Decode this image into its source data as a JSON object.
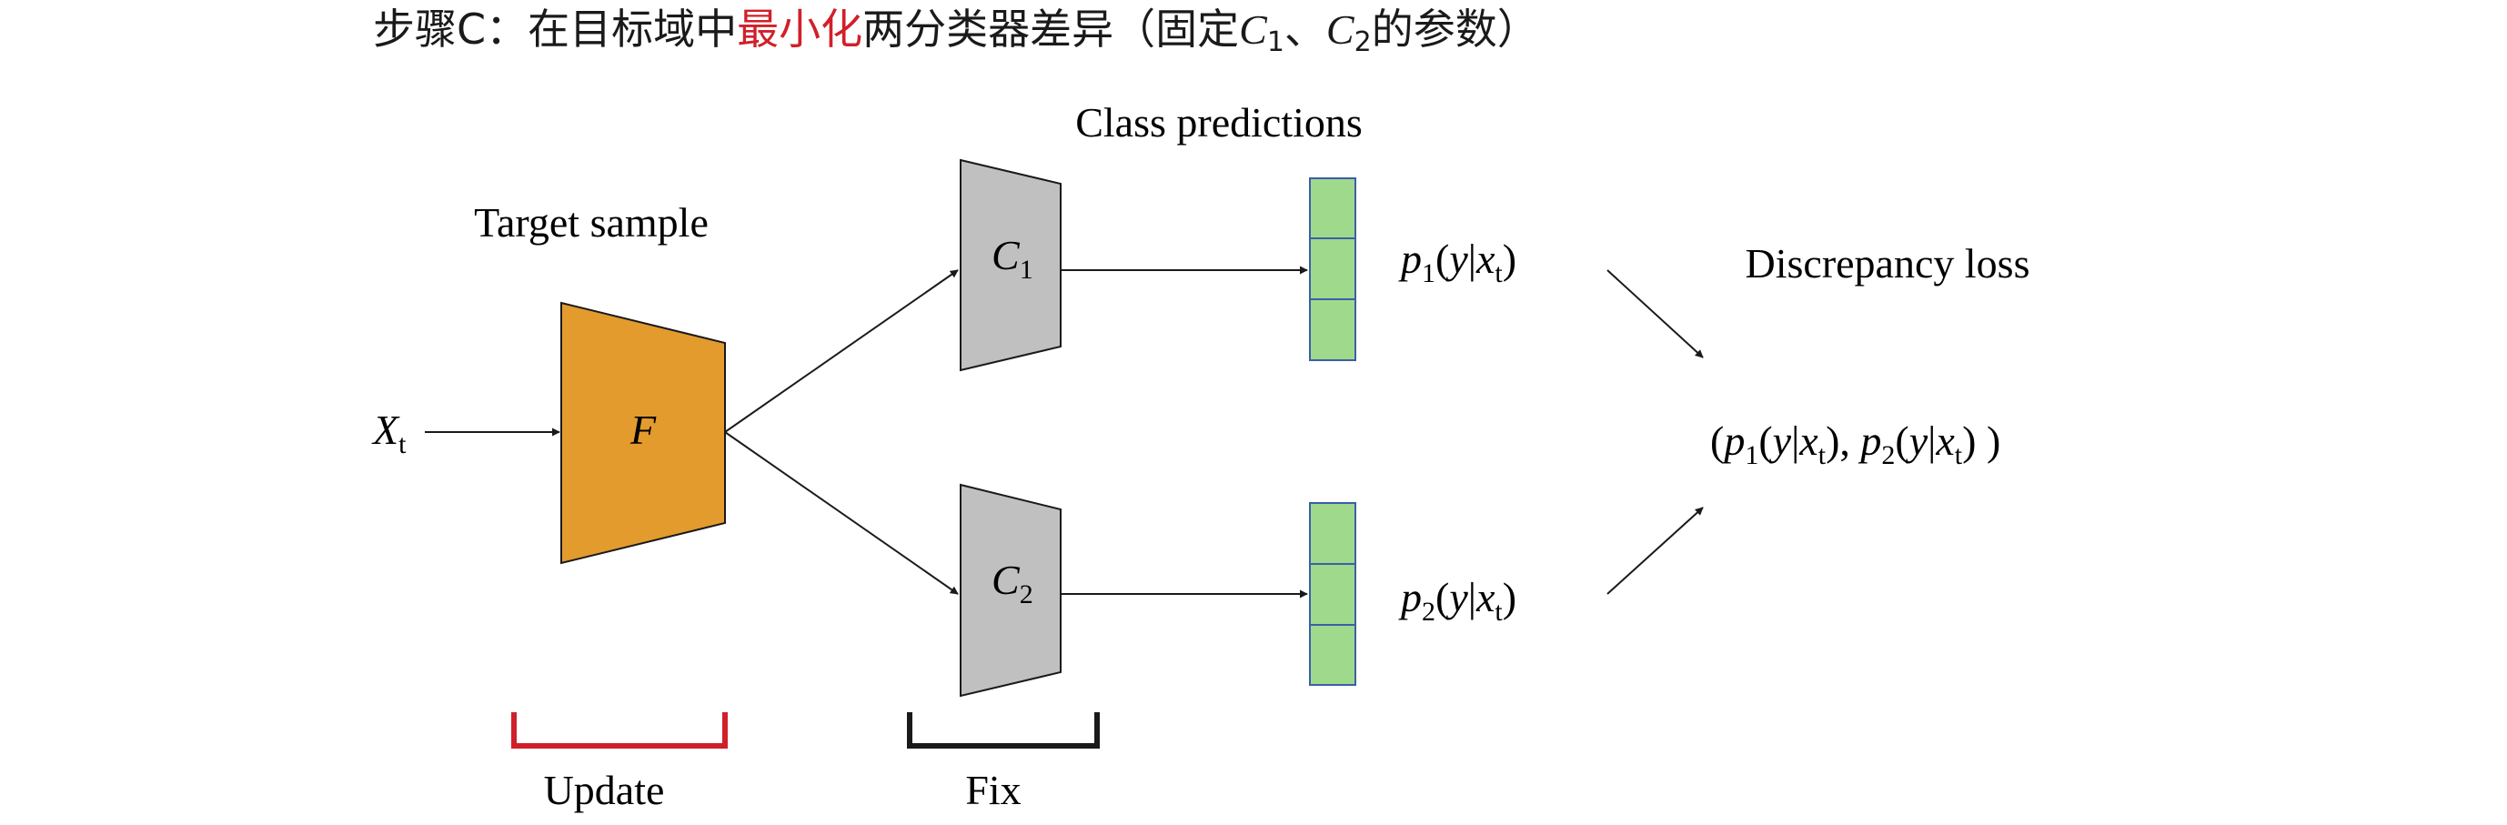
{
  "title": {
    "prefix": "步骤C：在目标域中",
    "highlight": "最小化",
    "suffix": "两分类器差异（固定",
    "c1": "C",
    "c1_sub": "1",
    "sep": "、",
    "c2": "C",
    "c2_sub": "2",
    "end": "的参数）"
  },
  "labels": {
    "target_sample": "Target sample",
    "class_predictions": "Class predictions",
    "discrepancy_loss": "Discrepancy loss",
    "update": "Update",
    "fix": "Fix"
  },
  "input": {
    "symbol": "X",
    "sub": "t"
  },
  "feature_extractor": {
    "label": "F"
  },
  "classifiers": [
    {
      "label": "C",
      "sub": "1"
    },
    {
      "label": "C",
      "sub": "2"
    }
  ],
  "predictions": [
    {
      "p": "p",
      "sub": "1",
      "y": "y",
      "x": "x",
      "xsub": "t"
    },
    {
      "p": "p",
      "sub": "2",
      "y": "y",
      "x": "x",
      "xsub": "t"
    }
  ],
  "loss_expr": {
    "p1": "p",
    "s1": "1",
    "p2": "p",
    "s2": "2",
    "y": "y",
    "x": "x",
    "xsub": "t"
  },
  "colors": {
    "highlight": "#d0202a",
    "feature_fill": "#e39b2e",
    "classifier_fill": "#c0c0c0",
    "prediction_fill": "#9fd98c",
    "update_bracket": "#d0202a",
    "fix_bracket": "#1a1a1a"
  }
}
